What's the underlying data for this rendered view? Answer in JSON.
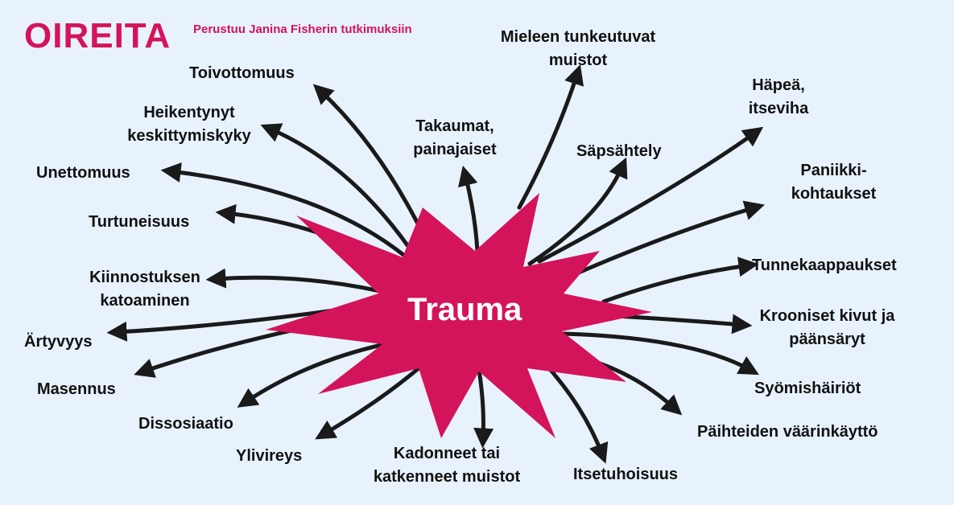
{
  "header": {
    "title": "OIREITA",
    "subtitle": "Perustuu Janina Fisherin tutkimuksiin"
  },
  "center": {
    "label": "Trauma"
  },
  "symptoms": [
    "Toivottomuus",
    "Heikentynyt keskittymiskyky",
    "Unettomuus",
    "Turtuneisuus",
    "Kiinnostuksen katoaminen",
    "Ärtyvyys",
    "Masennus",
    "Dissosiaatio",
    "Ylivireys",
    "Kadonneet tai katkenneet muistot",
    "Itsetuhoisuus",
    "Päihteiden väärinkäyttö",
    "Syömishäiriöt",
    "Krooniset kivut ja päänsäryt",
    "Tunnekaappaukset",
    "Paniikki-kohtaukset",
    "Häpeä, itseviha",
    "Säpsähtely",
    "Mieleen tunkeutuvat muistot",
    "Takaumat, painajaiset"
  ],
  "colors": {
    "background": "#e8f2fd",
    "accent": "#d4145a",
    "star": "#d4145a",
    "arrow": "#1a1a1a"
  }
}
